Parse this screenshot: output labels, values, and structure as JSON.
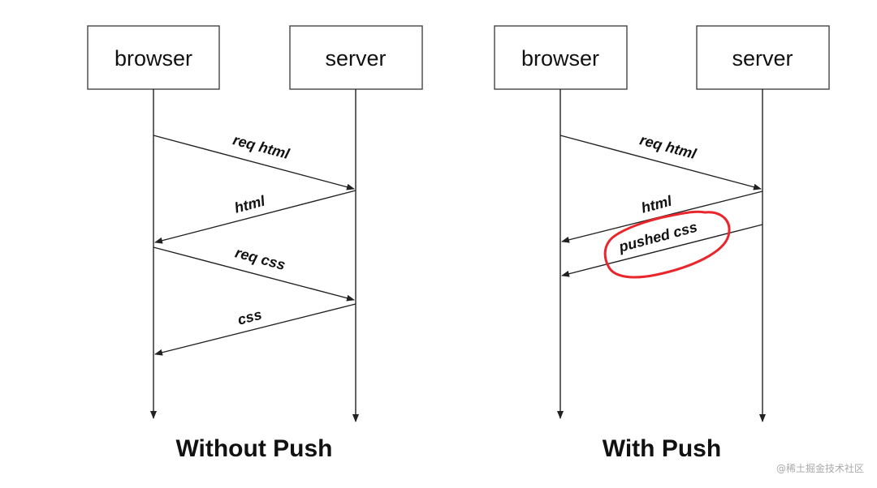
{
  "left_diagram": {
    "browser_label": "browser",
    "server_label": "server",
    "messages": {
      "req_html": "req html",
      "html": "html",
      "req_css": "req css",
      "css": "css"
    },
    "caption": "Without Push"
  },
  "right_diagram": {
    "browser_label": "browser",
    "server_label": "server",
    "messages": {
      "req_html": "req html",
      "html": "html",
      "pushed_css": "pushed css"
    },
    "caption": "With Push"
  },
  "highlight_color": "#e8262c",
  "watermark": "@稀土掘金技术社区"
}
